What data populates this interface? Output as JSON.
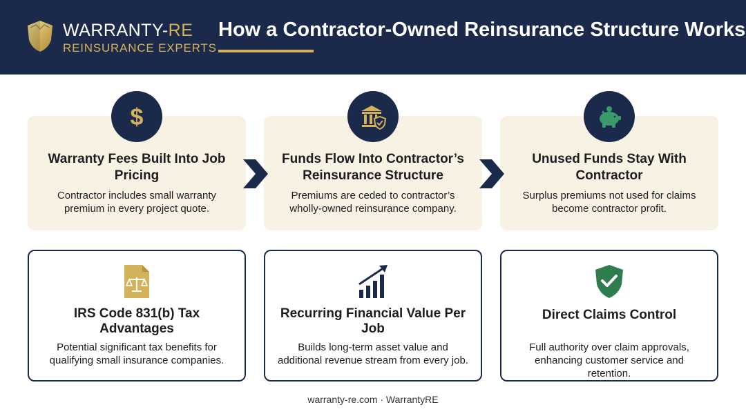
{
  "header": {
    "brand_name": "WARRANTY-",
    "brand_accent": "RE",
    "brand_tagline": "REINSURANCE EXPERTS",
    "title": "How a Contractor-Owned Reinsurance Structure Works"
  },
  "steps": [
    {
      "icon": "dollar-icon",
      "title": "Warranty Fees Built Into Job Pricing",
      "description": "Contractor includes small warranty premium in every project quote."
    },
    {
      "icon": "bank-shield-icon",
      "title": "Funds Flow Into Contractor’s Reinsurance Structure",
      "description": "Premiums are ceded to contractor’s wholly-owned reinsurance company."
    },
    {
      "icon": "piggy-bank-icon",
      "title": "Unused Funds Stay With Contractor",
      "description": "Surplus premiums not used for claims become contractor profit."
    }
  ],
  "benefits": [
    {
      "icon": "tax-document-icon",
      "title": "IRS Code 831(b) Tax Advantages",
      "description": "Potential significant tax benefits for qualifying small insurance companies."
    },
    {
      "icon": "growth-chart-icon",
      "title": "Recurring Financial Value Per Job",
      "description": "Builds long-term asset value and additional revenue stream from every job."
    },
    {
      "icon": "shield-check-icon",
      "title": "Direct Claims Control",
      "description": "Full authority over claim approvals, enhancing customer service and retention."
    }
  ],
  "footer": {
    "text": "warranty-re.com · WarrantyRE"
  },
  "colors": {
    "navy": "#1b2a4a",
    "gold": "#d4b25a",
    "cream": "#f8f2e4",
    "green": "#2e7d4f"
  }
}
